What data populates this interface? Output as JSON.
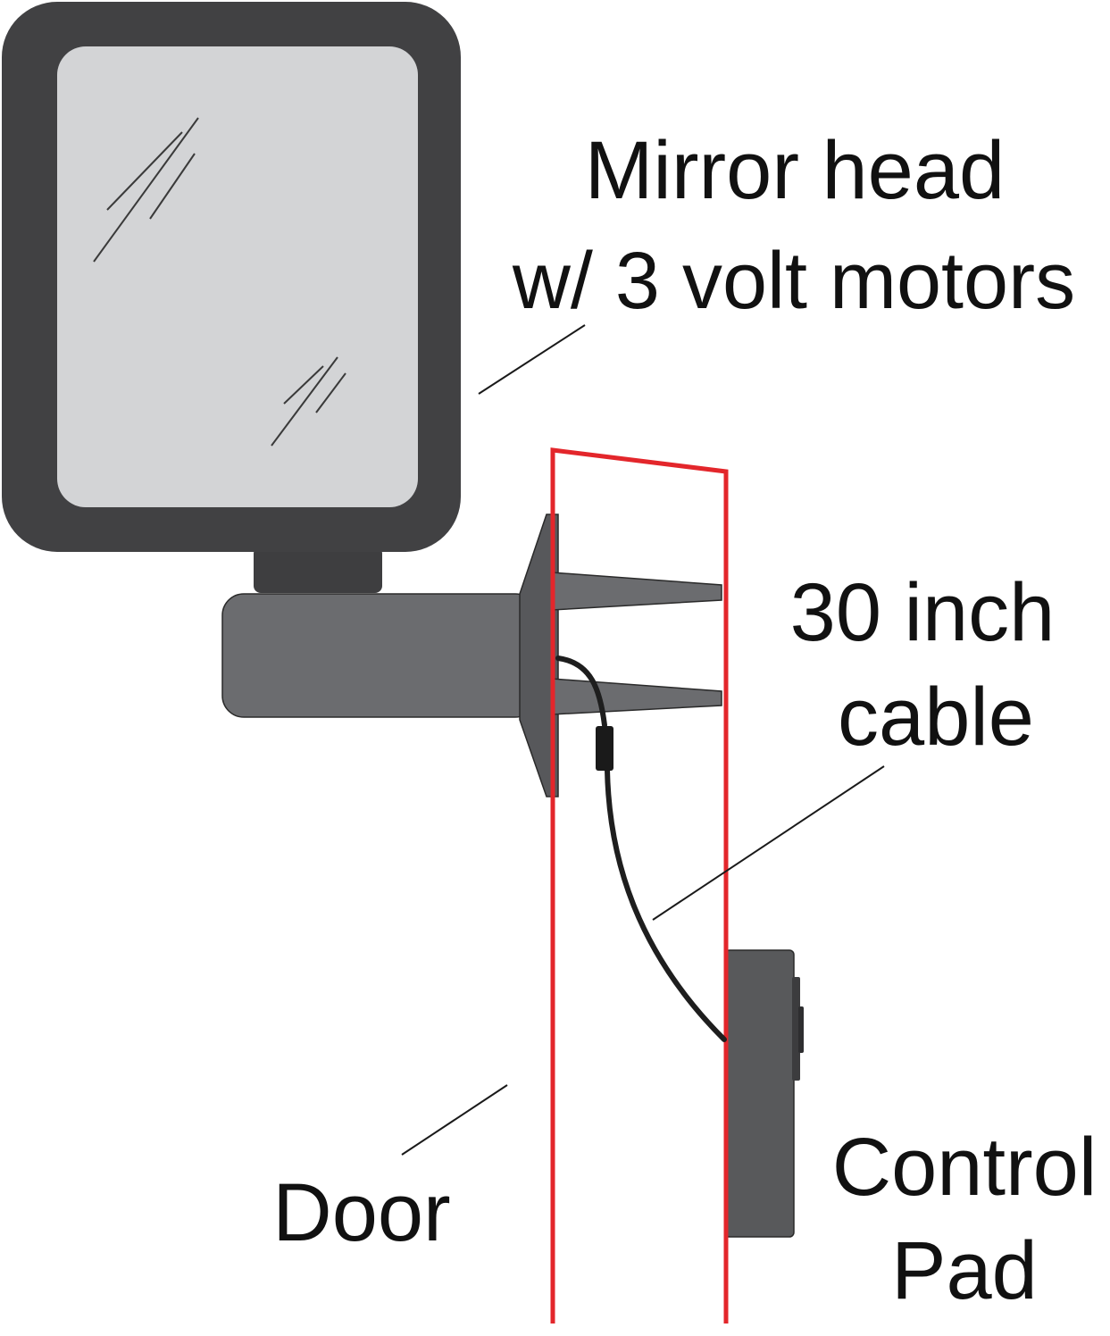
{
  "labels": {
    "mirror_line1": "Mirror head",
    "mirror_line2": "w/ 3 volt motors",
    "cable_line1": "30 inch",
    "cable_line2": "cable",
    "door": "Door",
    "pad_line1": "Control",
    "pad_line2": "Pad"
  },
  "colors": {
    "door_outline": "#e3262b",
    "mirror_frame": "#414143",
    "mirror_glass": "#d3d4d6",
    "arm": "#6b6c6f",
    "bracket": "#57585b",
    "cable": "#1e1e1e",
    "control_pad": "#58595b",
    "leader_line": "#1a1a1a"
  },
  "icons": {
    "mirror": "mirror-head-icon",
    "control_pad": "control-pad-icon"
  }
}
